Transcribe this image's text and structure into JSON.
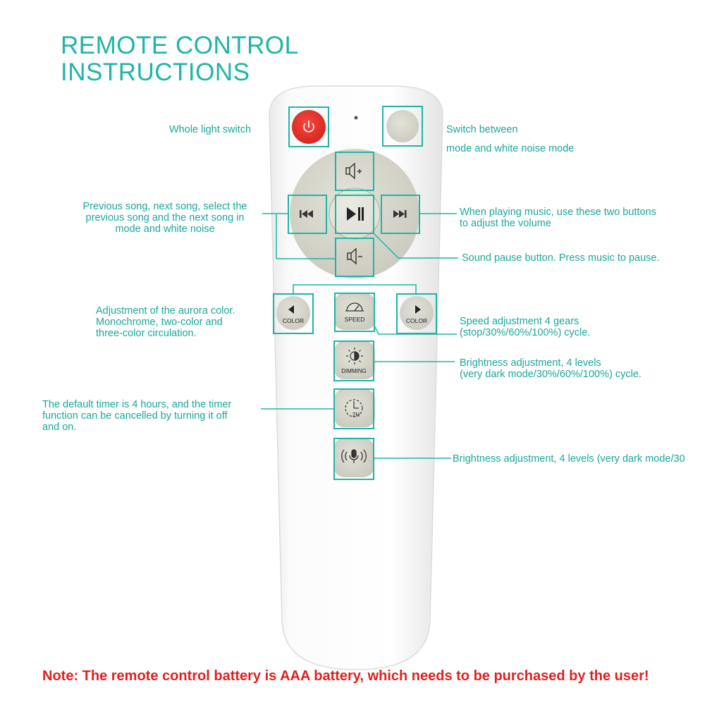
{
  "title": {
    "line1": "REMOTE CONTROL",
    "line2": "INSTRUCTIONS"
  },
  "labels": {
    "whole_light_switch": "Whole light switch",
    "switch_between_1": "Switch between",
    "switch_between_2": "mode and white noise mode",
    "prev_next": "Previous song, next song, select the\nprevious song and the next song in\nmode and white noise",
    "volume": "When playing music, use these two buttons\nto adjust the volume",
    "pause": "Sound pause button. Press music to pause.",
    "aurora": "Adjustment of the aurora color.\nMonochrome, two-color and\nthree-color circulation.",
    "speed": "Speed adjustment 4 gears\n(stop/30%/60%/100%) cycle.",
    "brightness": "Brightness adjustment, 4 levels\n(very dark mode/30%/60%/100%) cycle.",
    "timer": "The default timer is 4 hours, and the timer\nfunction can be cancelled by turning it off\nand on.",
    "brightness2": "Brightness adjustment, 4 levels (very dark mode/30"
  },
  "buttons": {
    "color_left": "COLOR",
    "color_right": "COLOR",
    "speed": "SPEED",
    "dimming": "DIMMING",
    "timer": "2H"
  },
  "icons": {
    "power": "power-icon",
    "mode": "mode-button-icon",
    "volume_up": "speaker-plus-icon",
    "volume_down": "speaker-minus-icon",
    "previous": "previous-track-icon",
    "play_pause": "play-pause-icon",
    "next": "next-track-icon",
    "speed": "speedometer-icon",
    "dimming": "sun-icon",
    "timer": "clock-icon",
    "sound": "microphone-sound-icon"
  },
  "note": "Note: The remote control battery is AAA battery, which needs to be purchased by the user!",
  "colors": {
    "accent": "#1fb5a6",
    "note": "#e02020",
    "power_button": "#e8302a",
    "button_gray": "#d3d3c8"
  }
}
